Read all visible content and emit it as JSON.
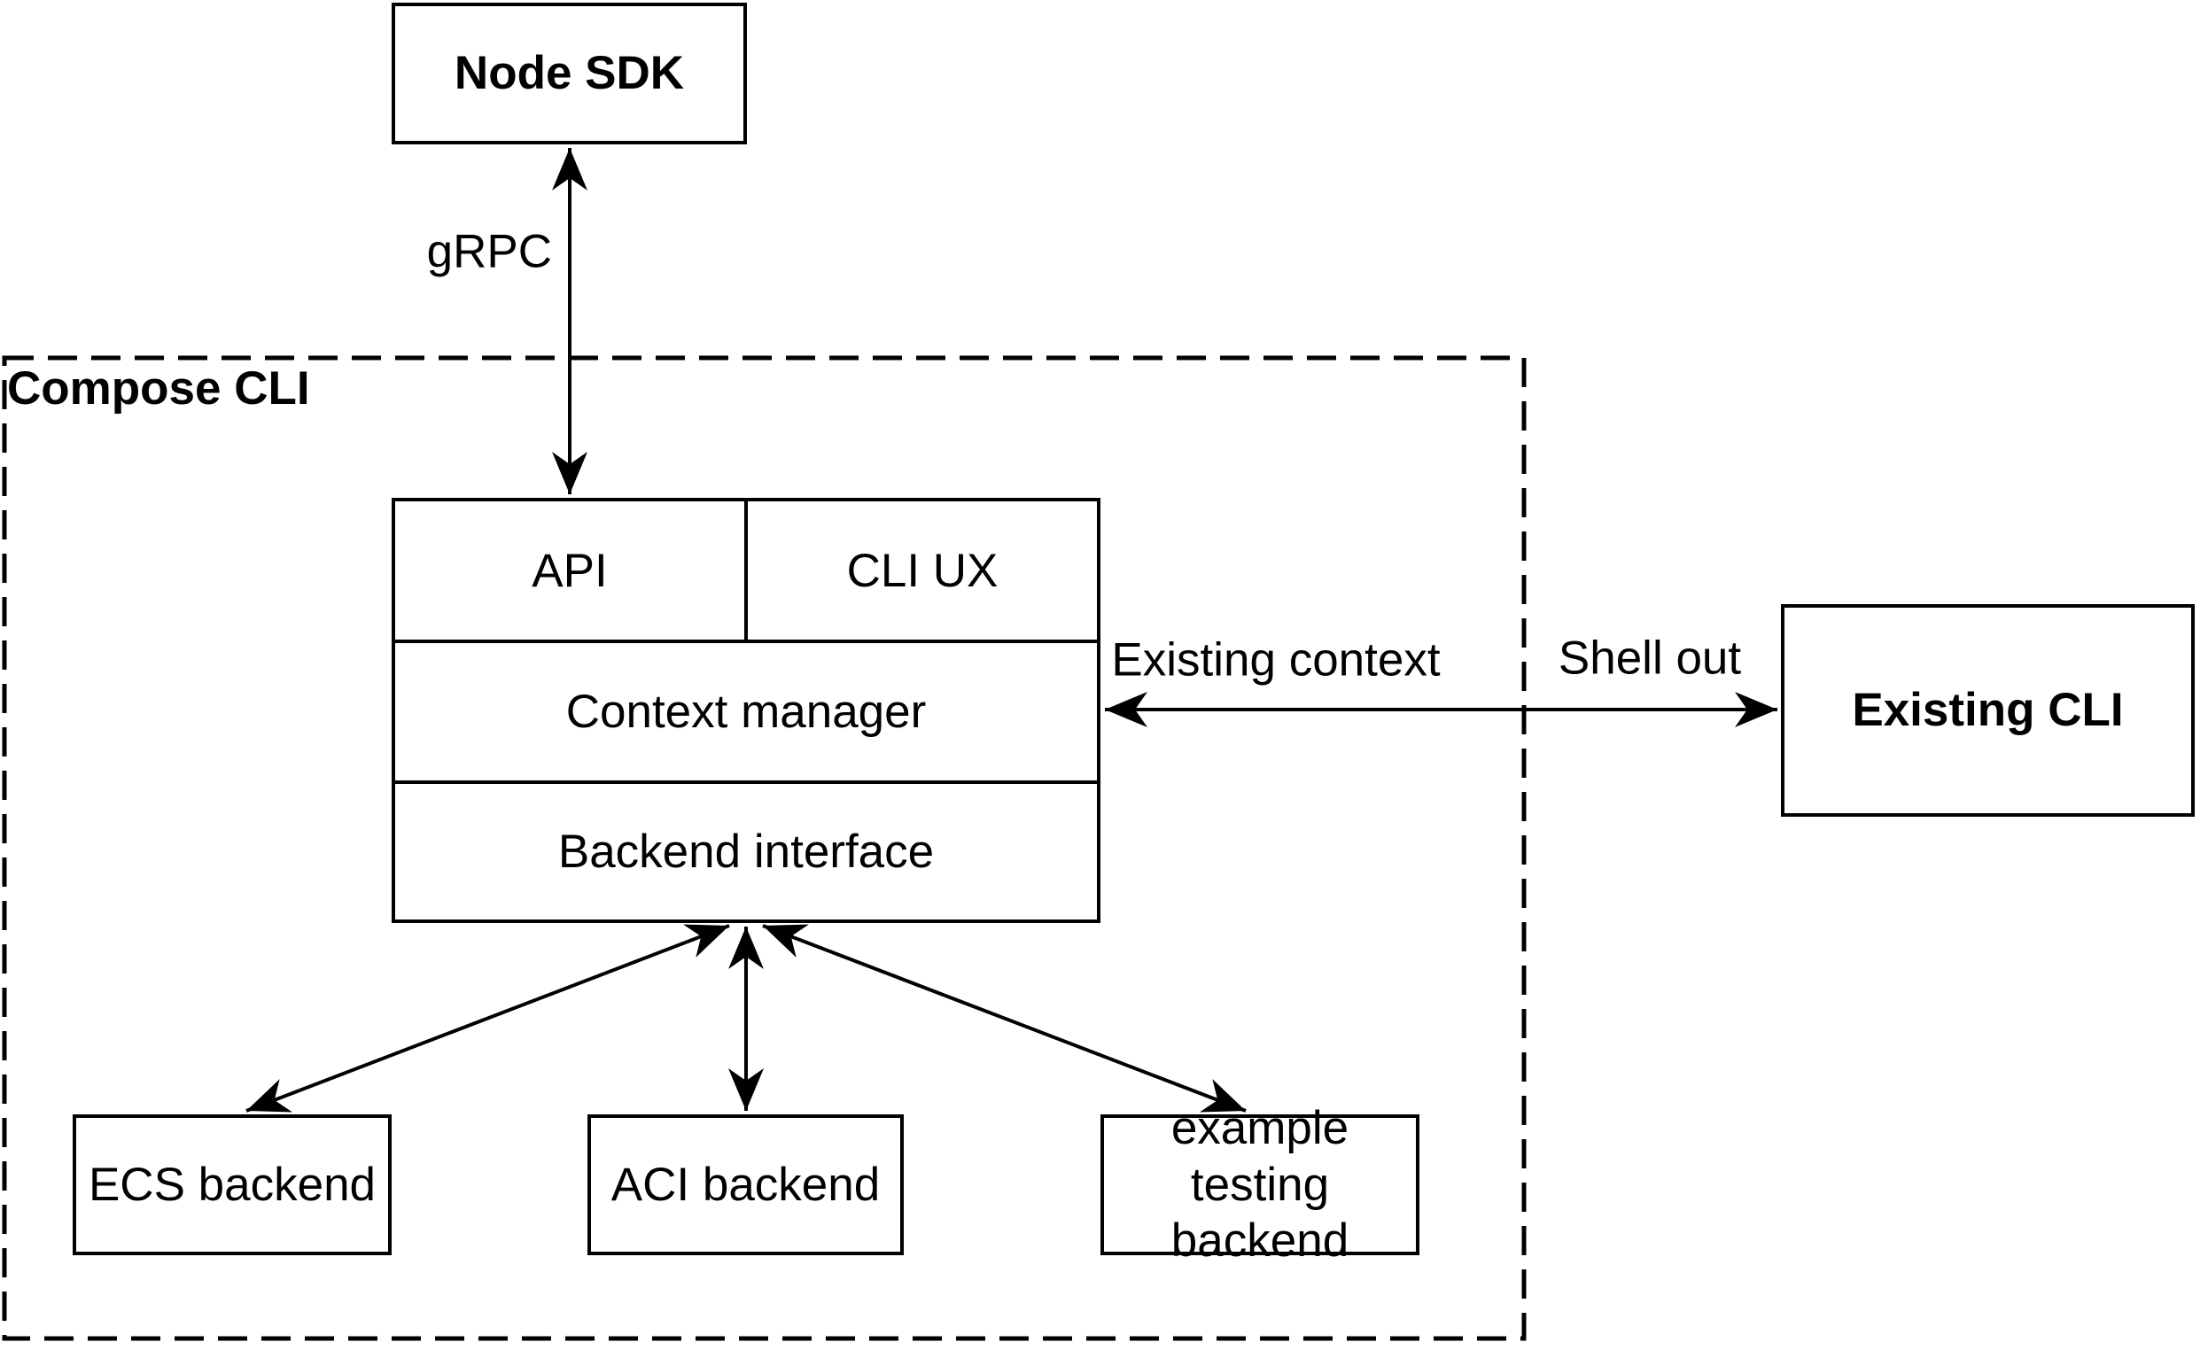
{
  "diagram": {
    "title": "Compose CLI architecture diagram",
    "background_color": "#ffffff",
    "stroke_color": "#000000",
    "text_color": "#000000"
  },
  "nodes": {
    "node_sdk": {
      "label": "Node SDK"
    },
    "compose_cli_container": {
      "label": "Compose CLI"
    },
    "api": {
      "label": "API"
    },
    "cli_ux": {
      "label": "CLI UX"
    },
    "context_manager": {
      "label": "Context manager"
    },
    "backend_interface": {
      "label": "Backend interface"
    },
    "ecs_backend": {
      "label": "ECS backend"
    },
    "aci_backend": {
      "label": "ACI backend"
    },
    "example_testing_backend": {
      "label": "example testing backend"
    },
    "existing_cli": {
      "label": "Existing CLI"
    }
  },
  "edges": {
    "grpc": {
      "label": "gRPC",
      "from": "Node SDK",
      "to": "API",
      "direction": "bidirectional"
    },
    "existing_context": {
      "label": "Existing context",
      "from": "Context manager",
      "to": "Existing CLI",
      "direction": "bidirectional"
    },
    "shell_out": {
      "label": "Shell out",
      "from": "Context manager",
      "to": "Existing CLI",
      "direction": "bidirectional"
    },
    "backend_ecs": {
      "label": "",
      "from": "Backend interface",
      "to": "ECS backend",
      "direction": "bidirectional"
    },
    "backend_aci": {
      "label": "",
      "from": "Backend interface",
      "to": "ACI backend",
      "direction": "bidirectional"
    },
    "backend_example_testing": {
      "label": "",
      "from": "Backend interface",
      "to": "example testing backend",
      "direction": "bidirectional"
    }
  }
}
